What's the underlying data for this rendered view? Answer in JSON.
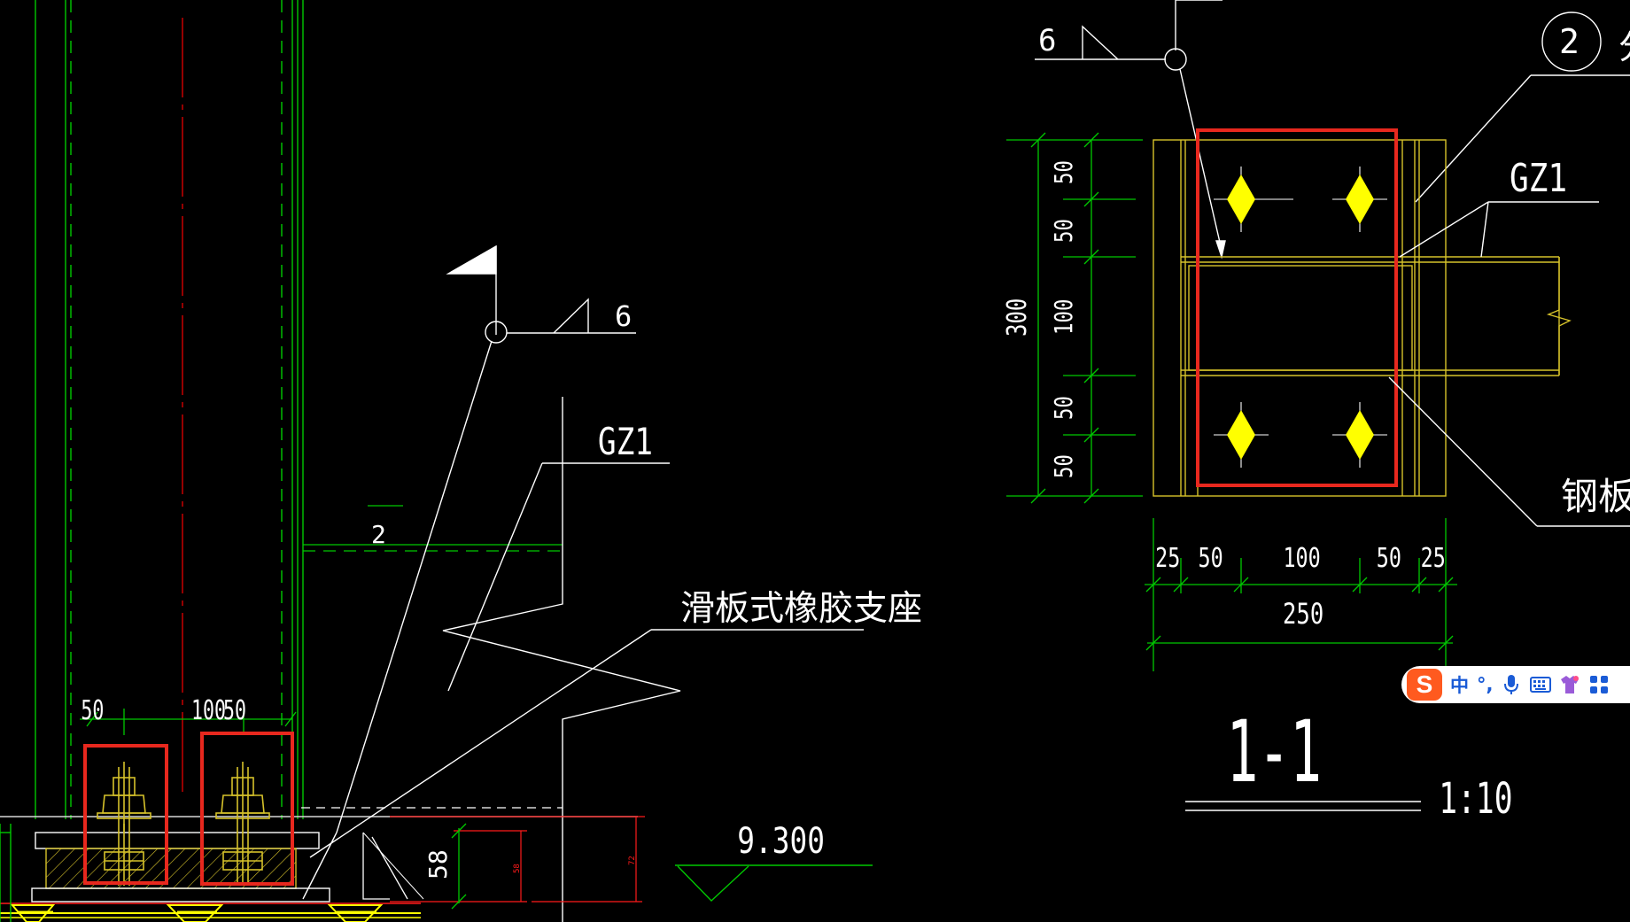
{
  "drawing": {
    "colors": {
      "background": "#000000",
      "outline": "#ffffff",
      "green": "#00c800",
      "yellow": "#ffff00",
      "steel": "#d6c22a",
      "red": "#ff1a1a",
      "centerline": "#d40000",
      "highlight": "#e8281e"
    },
    "left_view": {
      "dimensions": [
        "50",
        "100",
        "50"
      ],
      "weld_size": "6",
      "level_marker_label": "2",
      "member_label": "GZ1",
      "bearing_label": "滑板式橡胶支座",
      "elevation": "9.300",
      "height_dims": [
        "58",
        "58",
        "72"
      ]
    },
    "section_view": {
      "weld_size": "6",
      "callout_number": "2",
      "member_label": "GZ1",
      "plate_label": "钢板",
      "vertical_total": "300",
      "vertical_dims": [
        "50",
        "50",
        "100",
        "50",
        "50"
      ],
      "horizontal_dims": [
        "25",
        "50",
        "100",
        "50",
        "25"
      ],
      "horizontal_total": "250",
      "title": "1-1",
      "scale": "1:10"
    }
  },
  "ime_toolbar": {
    "logo": "S",
    "mode": "中",
    "punct": "°,",
    "icons": [
      "mic-icon",
      "keyboard-icon",
      "skin-icon",
      "apps-icon"
    ]
  }
}
